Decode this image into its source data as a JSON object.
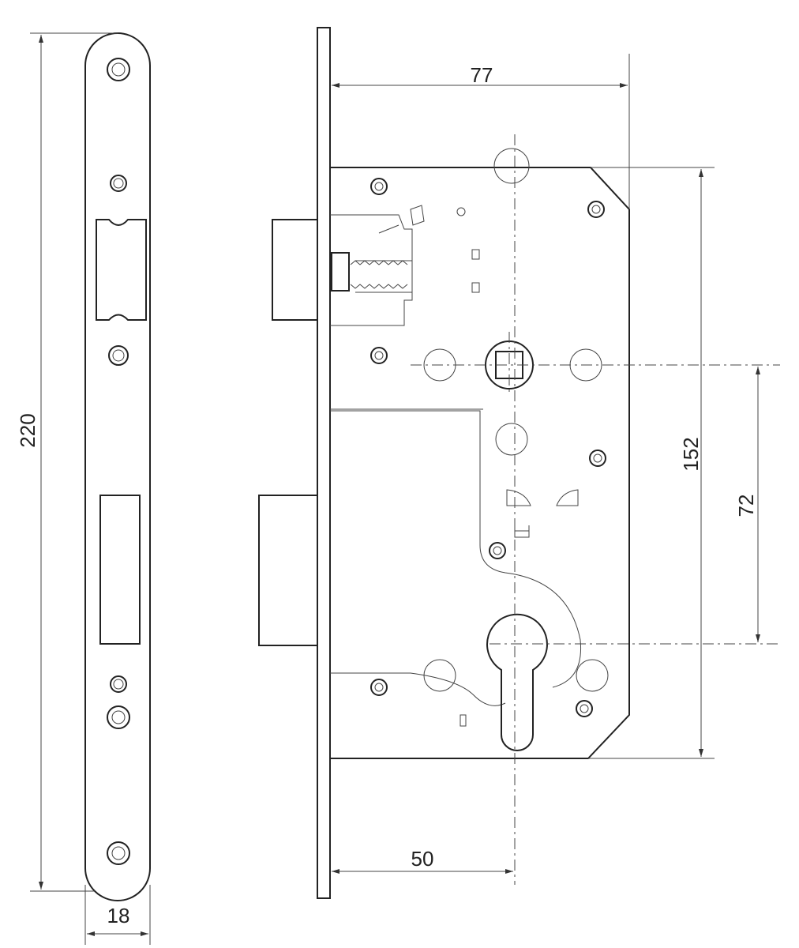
{
  "title": "Mortise lock technical drawing",
  "dimensions": {
    "faceplate_length": "220",
    "faceplate_width": "18",
    "case_depth": "77",
    "case_height": "152",
    "center_distance": "72",
    "backset": "50"
  },
  "colors": {
    "line": "#222222",
    "background": "#ffffff"
  }
}
